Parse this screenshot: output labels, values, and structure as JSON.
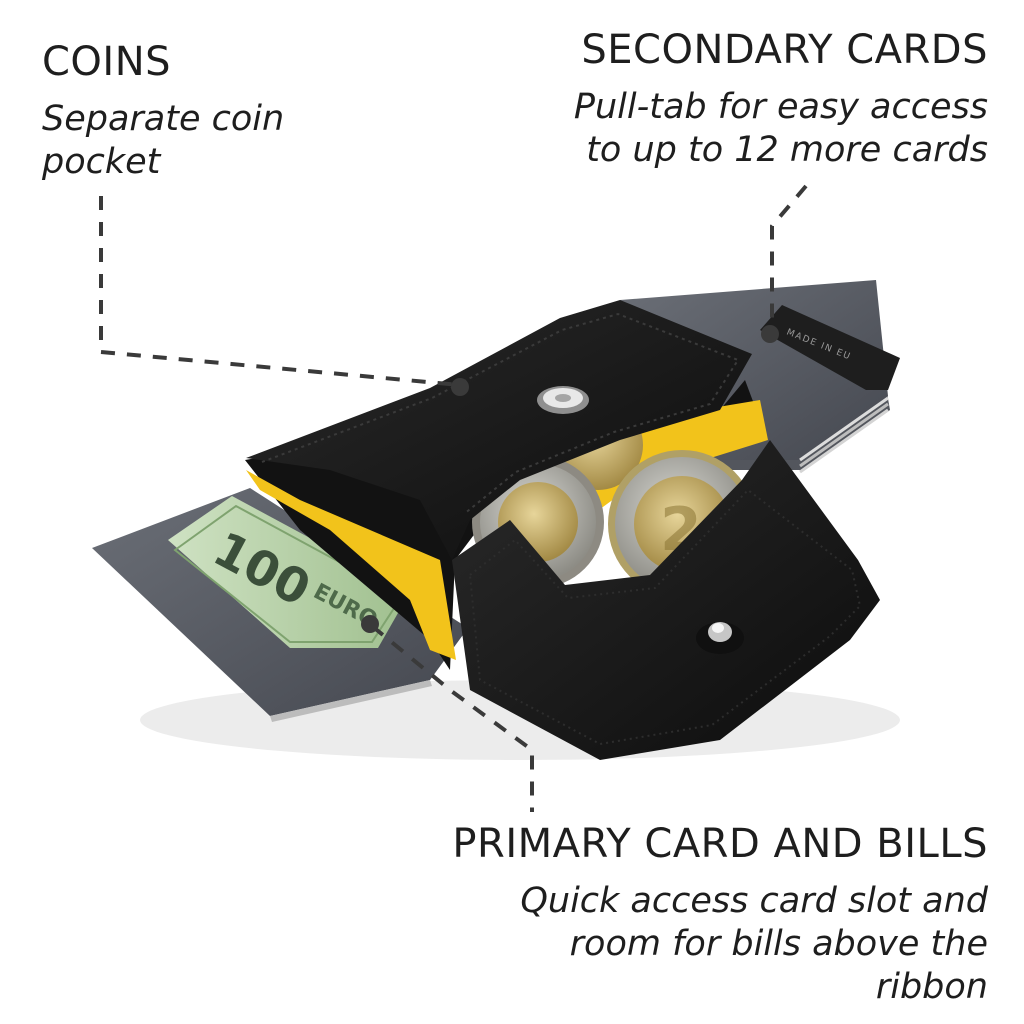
{
  "callouts": {
    "coins": {
      "title": "COINS",
      "description": "Separate coin pocket"
    },
    "secondary_cards": {
      "title": "SECONDARY CARDS",
      "description": "Pull-tab for easy access to up to 12 more cards"
    },
    "primary": {
      "title": "PRIMARY CARD AND BILLS",
      "description": "Quick access card slot and room for bills above the ribbon"
    }
  },
  "product": {
    "pull_tab_text": "MADE IN EU",
    "banknote_value": "100",
    "banknote_currency": "EURO"
  },
  "colors": {
    "leather": "#151515",
    "lining": "#f2c31b",
    "card": "#5a5e66",
    "callout_line": "#3a3a3a"
  }
}
